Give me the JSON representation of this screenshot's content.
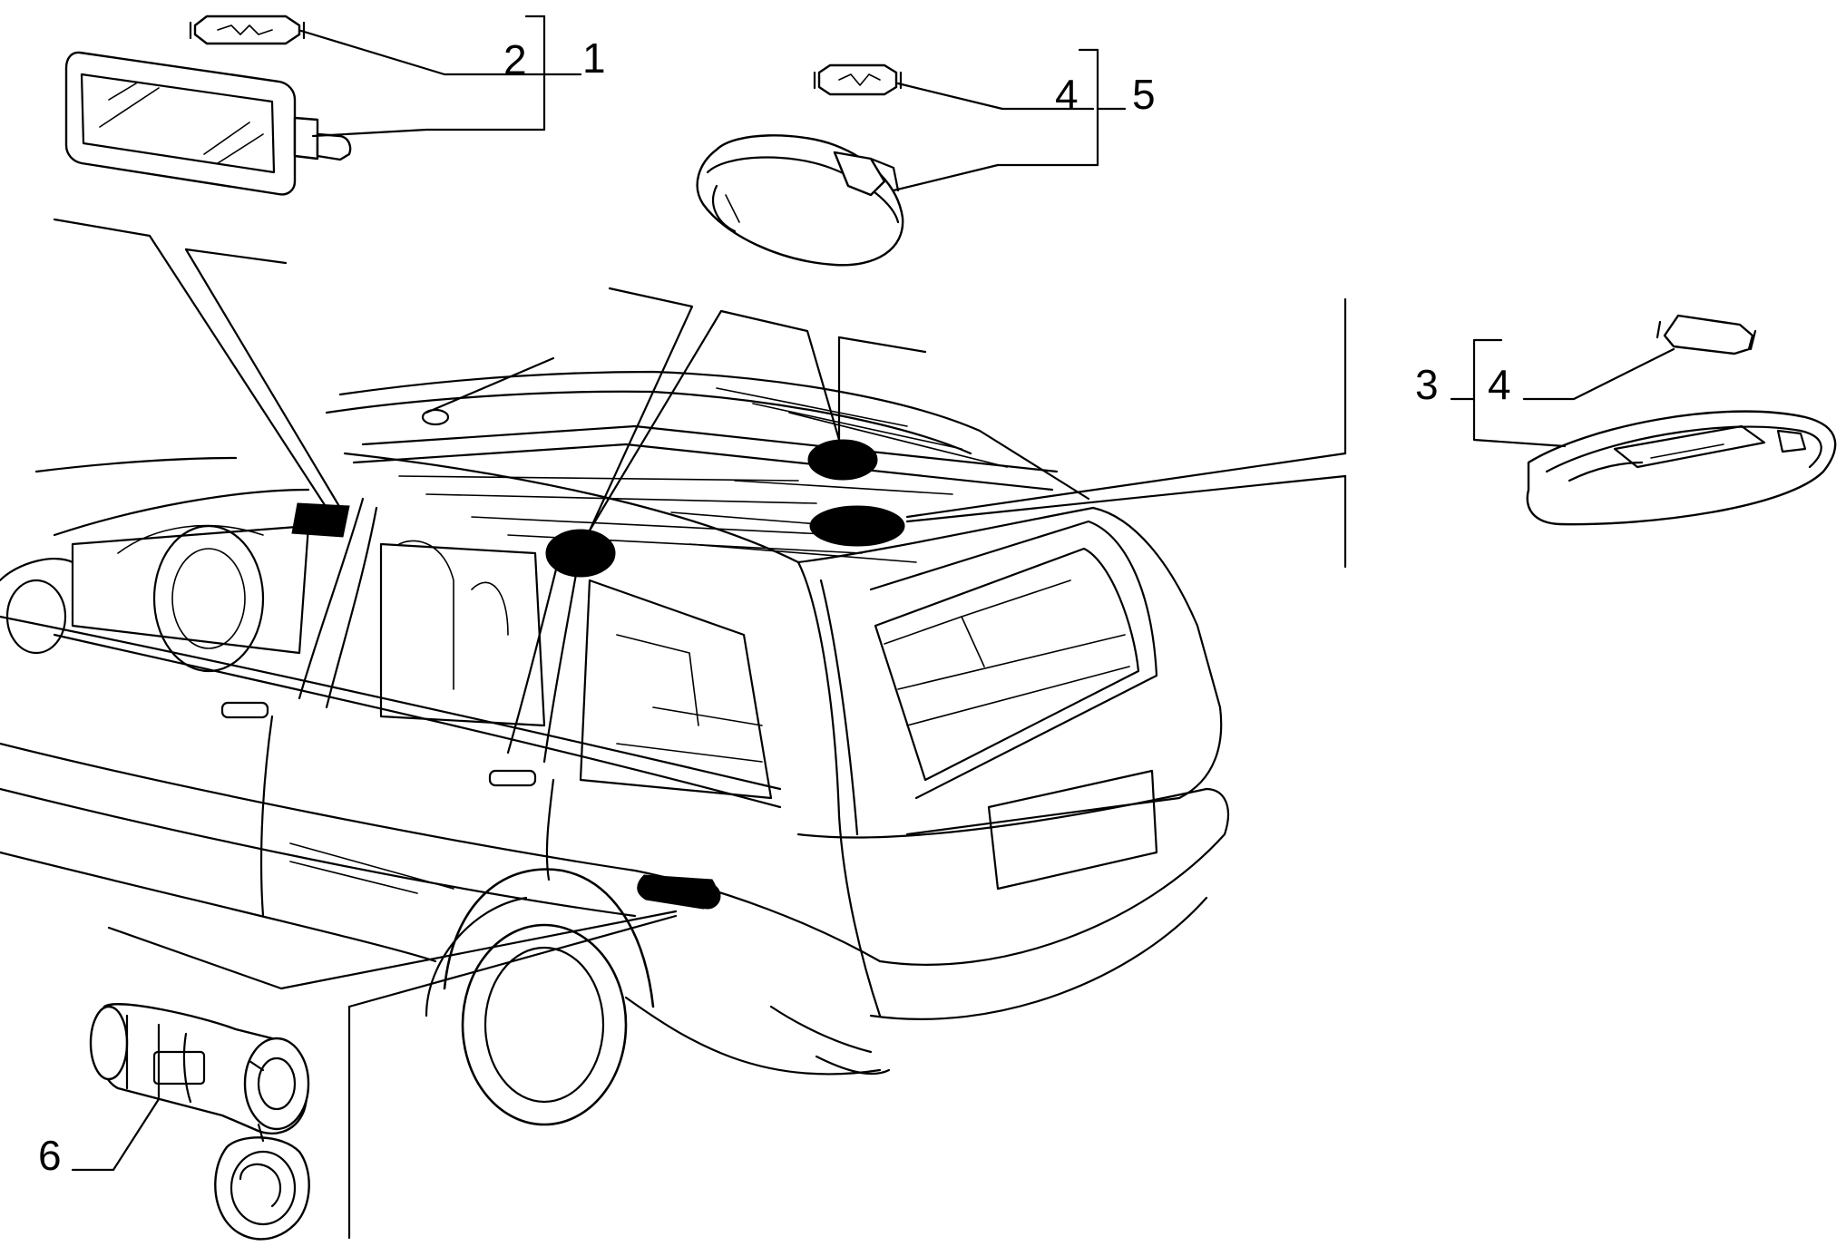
{
  "callouts": {
    "c1": "1",
    "c2": "2",
    "c3": "3",
    "c4a": "4",
    "c4b": "4",
    "c5": "5",
    "c6": "6"
  }
}
